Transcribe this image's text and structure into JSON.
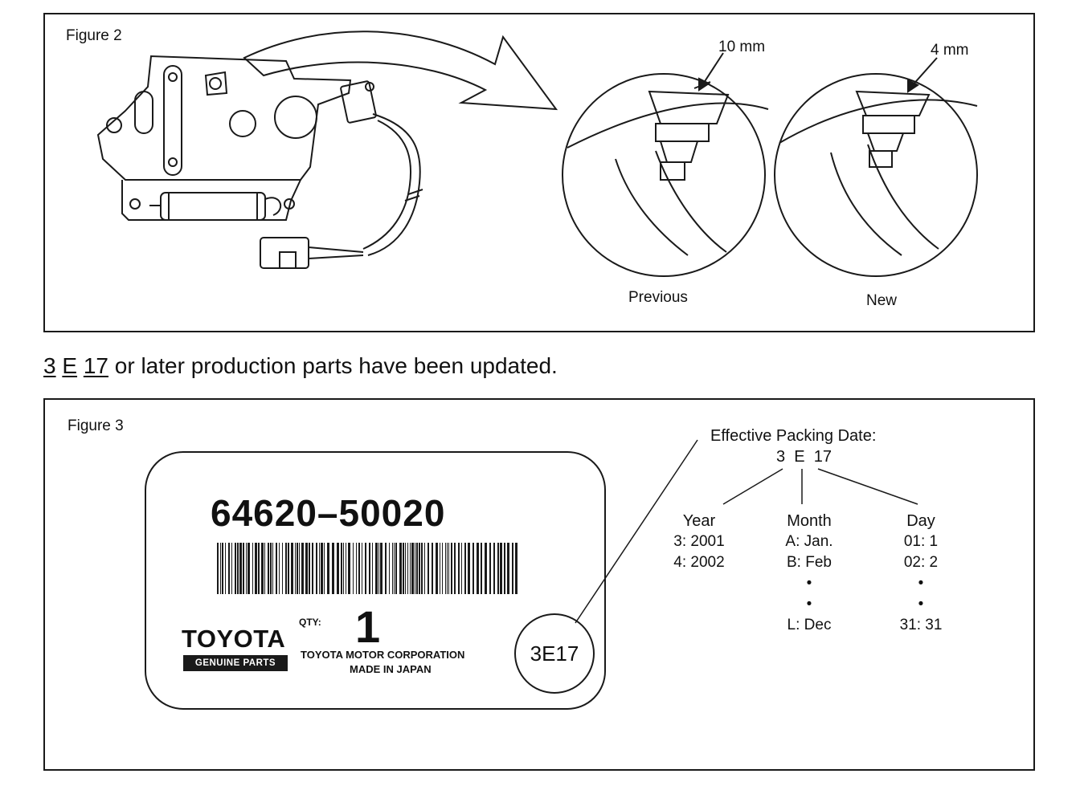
{
  "figure2": {
    "label": "Figure 2",
    "dimension_previous": "10 mm",
    "dimension_new": "4 mm",
    "caption_previous": "Previous",
    "caption_new": "New"
  },
  "update_note": {
    "year_code": "3",
    "month_code": "E",
    "day_code": "17",
    "text": " or later production parts have been updated."
  },
  "figure3": {
    "label": "Figure 3",
    "part_label": {
      "part_number": "64620–50020",
      "brand": "TOYOTA",
      "brand_tag": "GENUINE PARTS",
      "qty_label": "QTY:",
      "qty_value": "1",
      "manufacturer": "TOYOTA MOTOR CORPORATION",
      "origin": "MADE IN JAPAN",
      "date_stamp": "3E17"
    },
    "legend": {
      "title": "Effective Packing Date:",
      "code": "3  E  17",
      "year": {
        "head": "Year",
        "rows": [
          "3: 2001",
          "4: 2002"
        ]
      },
      "month": {
        "head": "Month",
        "rows": [
          "A: Jan.",
          "B: Feb",
          "•",
          "•",
          "L: Dec"
        ]
      },
      "day": {
        "head": "Day",
        "rows": [
          "01: 1",
          "02: 2",
          "•",
          "•",
          "31: 31"
        ]
      }
    }
  }
}
